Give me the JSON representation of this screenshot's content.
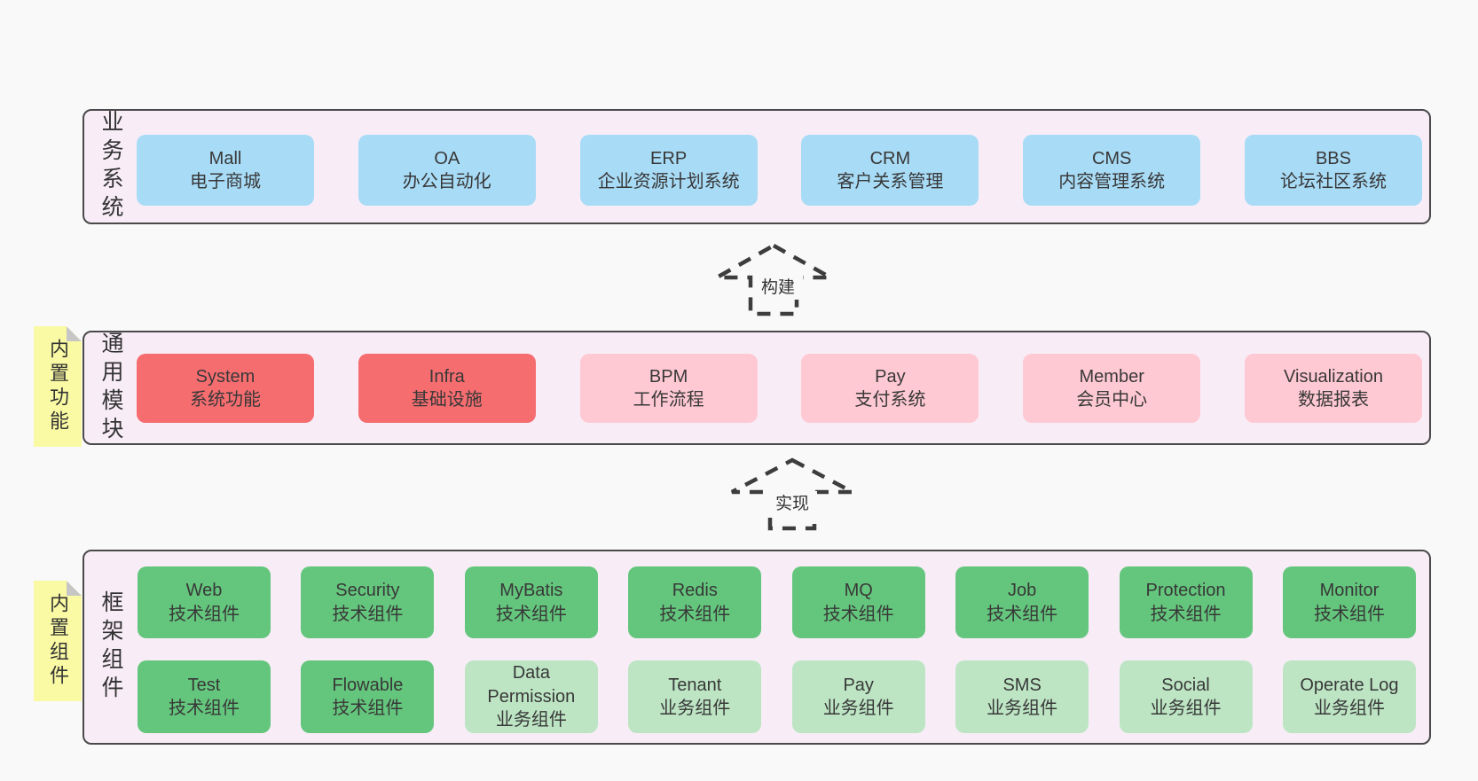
{
  "colors": {
    "page_background": "#f9f9f9",
    "panel_background": "#f8edf7",
    "panel_border": "#4a4a4a",
    "blue_box": "#a8dbf6",
    "red_box": "#f66d70",
    "pink_box": "#ffc9d3",
    "green_box": "#64c67d",
    "light_green_box": "#bde5c4",
    "sticky_note": "#fafaa4",
    "sticky_fold": "#c6c6c6",
    "text": "#383838",
    "arrow_dash": "#3d3d3d"
  },
  "arrows": {
    "build": {
      "label": "构建"
    },
    "implement": {
      "label": "实现"
    }
  },
  "business_systems": {
    "section_label": "业务系统",
    "boxes": [
      {
        "name": "Mall",
        "subtitle": "电子商城"
      },
      {
        "name": "OA",
        "subtitle": "办公自动化"
      },
      {
        "name": "ERP",
        "subtitle": "企业资源计划系统"
      },
      {
        "name": "CRM",
        "subtitle": "客户关系管理"
      },
      {
        "name": "CMS",
        "subtitle": "内容管理系统"
      },
      {
        "name": "BBS",
        "subtitle": "论坛社区系统"
      }
    ]
  },
  "common_modules": {
    "section_label": "通用模块",
    "sticky_note": "内置功能",
    "boxes": [
      {
        "name": "System",
        "subtitle": "系统功能",
        "style": "red"
      },
      {
        "name": "Infra",
        "subtitle": "基础设施",
        "style": "red"
      },
      {
        "name": "BPM",
        "subtitle": "工作流程",
        "style": "pink"
      },
      {
        "name": "Pay",
        "subtitle": "支付系统",
        "style": "pink"
      },
      {
        "name": "Member",
        "subtitle": "会员中心",
        "style": "pink"
      },
      {
        "name": "Visualization",
        "subtitle": "数据报表",
        "style": "pink"
      }
    ]
  },
  "framework_components": {
    "section_label": "框架组件",
    "sticky_note": "内置组件",
    "row1": [
      {
        "name": "Web",
        "subtitle": "技术组件",
        "style": "green"
      },
      {
        "name": "Security",
        "subtitle": "技术组件",
        "style": "green"
      },
      {
        "name": "MyBatis",
        "subtitle": "技术组件",
        "style": "green"
      },
      {
        "name": "Redis",
        "subtitle": "技术组件",
        "style": "green"
      },
      {
        "name": "MQ",
        "subtitle": "技术组件",
        "style": "green"
      },
      {
        "name": "Job",
        "subtitle": "技术组件",
        "style": "green"
      },
      {
        "name": "Protection",
        "subtitle": "技术组件",
        "style": "green"
      },
      {
        "name": "Monitor",
        "subtitle": "技术组件",
        "style": "green"
      }
    ],
    "row2": [
      {
        "name": "Test",
        "subtitle": "技术组件",
        "style": "green"
      },
      {
        "name": "Flowable",
        "subtitle": "技术组件",
        "style": "green"
      },
      {
        "name": "Data Permission",
        "subtitle": "业务组件",
        "style": "green-light"
      },
      {
        "name": "Tenant",
        "subtitle": "业务组件",
        "style": "green-light"
      },
      {
        "name": "Pay",
        "subtitle": "业务组件",
        "style": "green-light"
      },
      {
        "name": "SMS",
        "subtitle": "业务组件",
        "style": "green-light"
      },
      {
        "name": "Social",
        "subtitle": "业务组件",
        "style": "green-light"
      },
      {
        "name": "Operate Log",
        "subtitle": "业务组件",
        "style": "green-light"
      }
    ]
  }
}
